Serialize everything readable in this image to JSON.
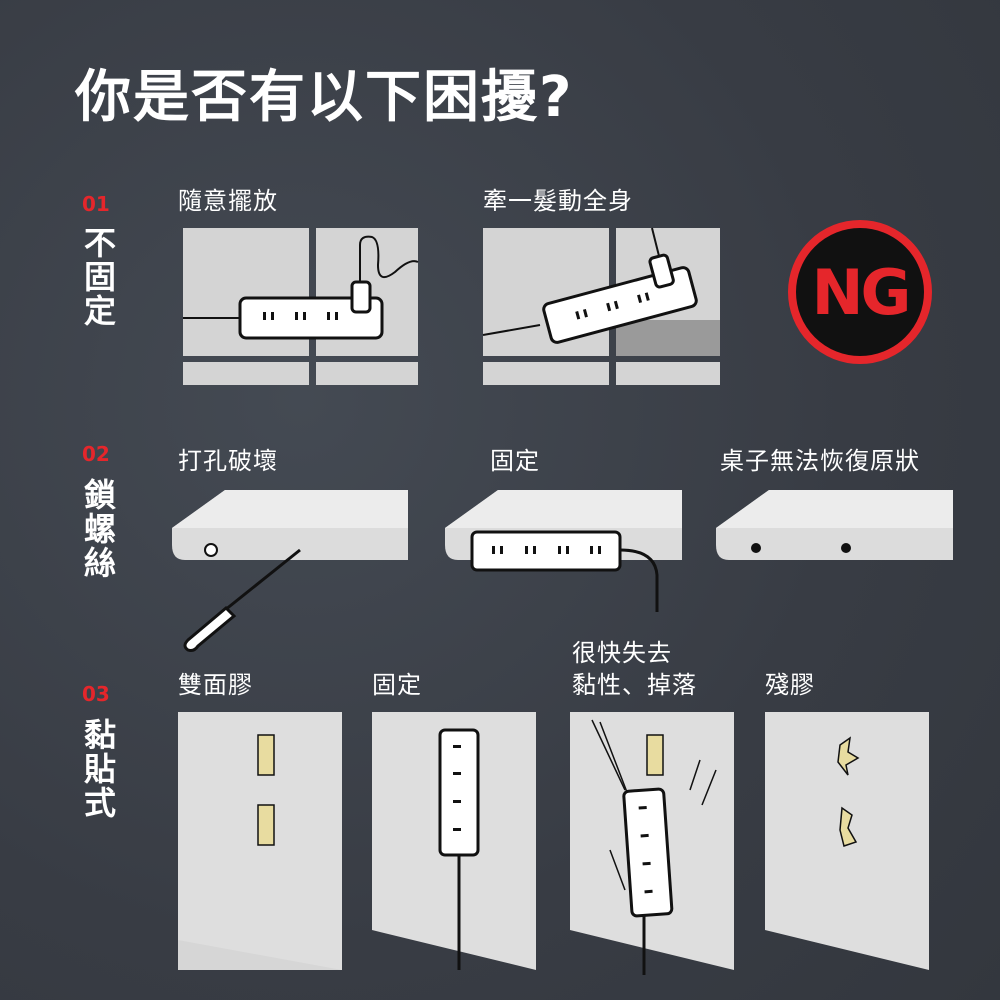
{
  "title": "你是否有以下困擾?",
  "sections": [
    {
      "number": "01",
      "name": "不固定",
      "labels": [
        "隨意擺放",
        "牽一髮動全身"
      ],
      "badge": "NG"
    },
    {
      "number": "02",
      "name": "鎖螺絲",
      "labels": [
        "打孔破壞",
        "固定",
        "桌子無法恢復原狀"
      ]
    },
    {
      "number": "03",
      "name": "黏貼式",
      "labels": [
        "雙面膠",
        "固定",
        "很快失去",
        "黏性、掉落",
        "殘膠"
      ]
    }
  ],
  "colors": {
    "accent": "#e5262b",
    "background": "#3b4049",
    "panel": "#d9d9d9"
  }
}
